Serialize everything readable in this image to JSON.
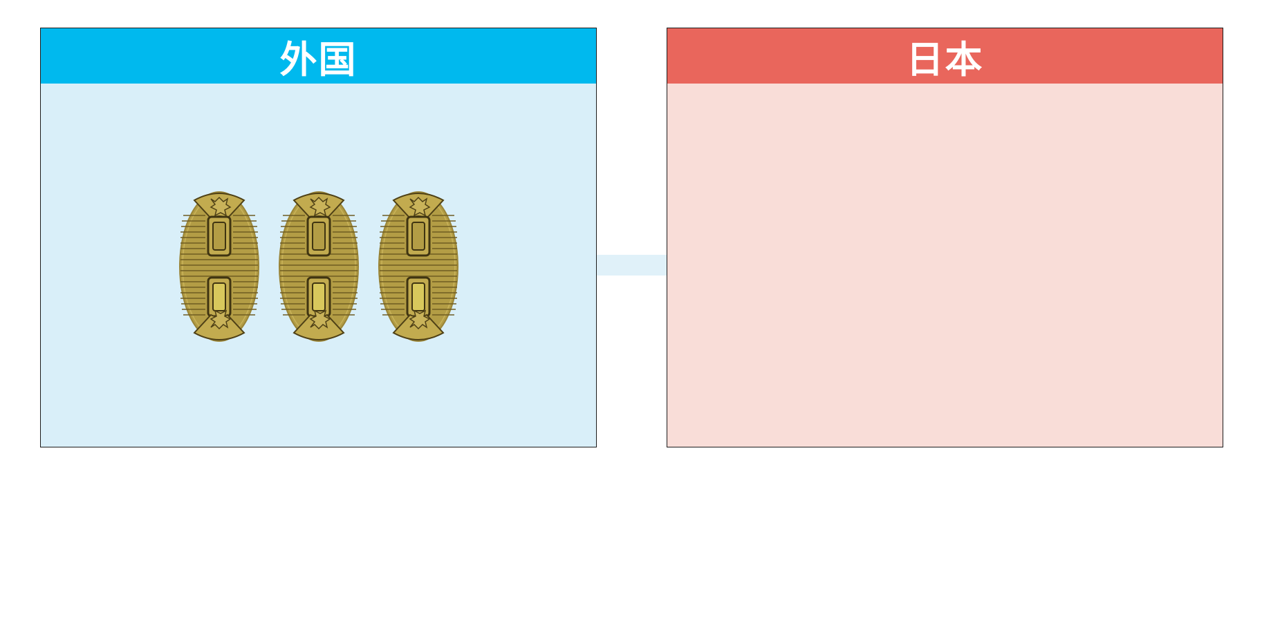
{
  "panels": {
    "left": {
      "title": "外国",
      "header_color": "#00b9ee",
      "body_color": "#d9eff9"
    },
    "right": {
      "title": "日本",
      "header_color": "#e9665c",
      "body_color": "#f9ddd8"
    }
  },
  "coins": {
    "icon": "koban-gold-coin-icon",
    "count": 3,
    "color": "#b39d45"
  },
  "connector": {
    "color": "#e0f1f9"
  }
}
